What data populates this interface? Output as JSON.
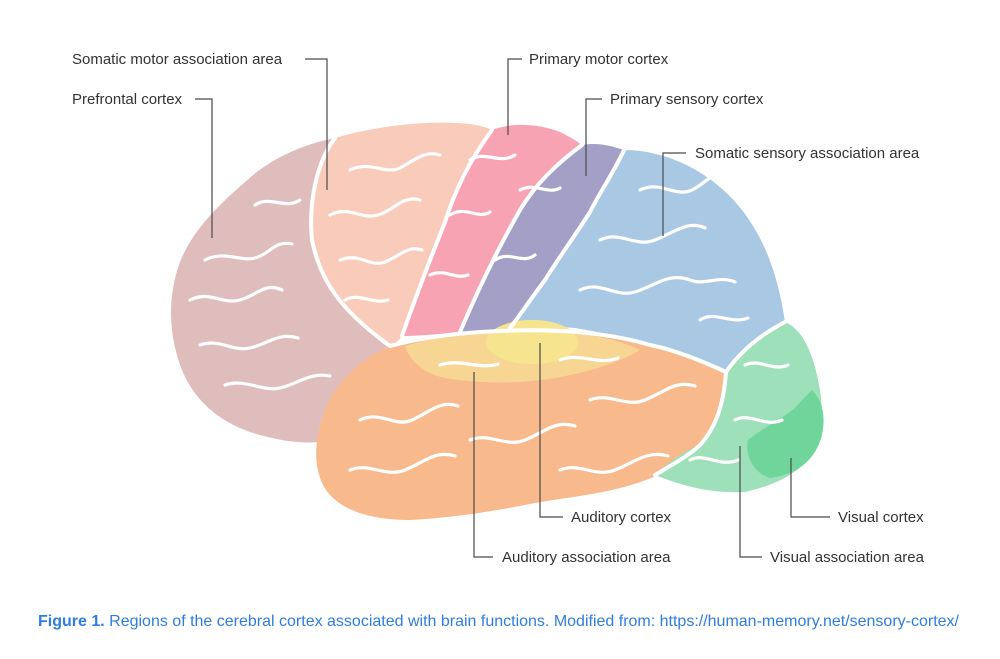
{
  "labels": {
    "somatic_motor_association": "Somatic motor association area",
    "prefrontal": "Prefrontal cortex",
    "primary_motor": "Primary motor cortex",
    "primary_sensory": "Primary sensory cortex",
    "somatic_sensory_association": "Somatic sensory association area",
    "auditory_cortex": "Auditory cortex",
    "auditory_association": "Auditory association area",
    "visual_cortex": "Visual cortex",
    "visual_association": "Visual association area"
  },
  "caption": {
    "figure_label": "Figure 1.",
    "text": "Regions of the cerebral cortex associated with brain functions. Modified from: https://human-memory.net/sensory-cortex/"
  },
  "colors": {
    "prefrontal": "#e0bdbd",
    "somatic_motor_association": "#f9cbbb",
    "primary_motor": "#f7a3b3",
    "primary_sensory": "#a49fc6",
    "somatic_sensory_association": "#a9c8e4",
    "auditory_association": "#f7d693",
    "auditory_cortex": "#f7e48f",
    "temporal": "#f8b98c",
    "visual_association": "#9ee0b9",
    "visual_cortex": "#6fd59a",
    "caption": "#2f7de1",
    "leader": "#4a4a4a"
  }
}
